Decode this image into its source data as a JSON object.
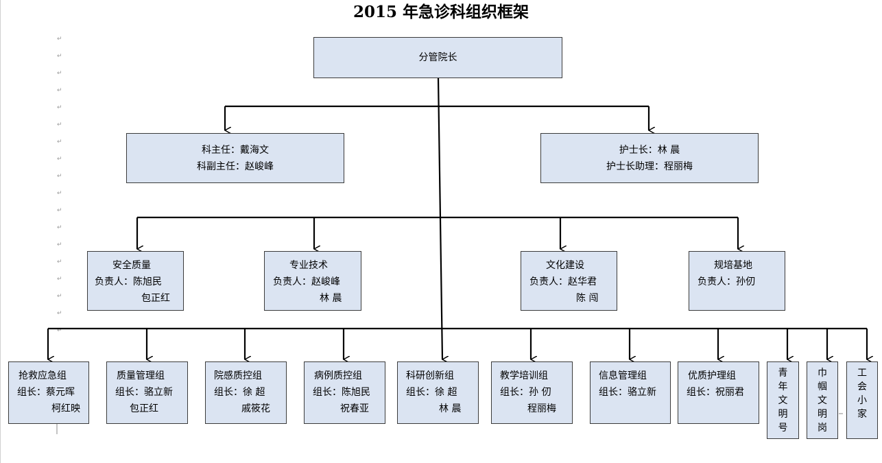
{
  "title": "2015 年急诊科组织框架",
  "top": {
    "label": "分管院长"
  },
  "level2": {
    "left": {
      "lines": [
        "科主任：戴海文",
        "科副主任：赵峻峰"
      ]
    },
    "right": {
      "lines": [
        "护士长：林 晨",
        "护士长助理：程丽梅"
      ]
    }
  },
  "level3": [
    {
      "title": "安全质量",
      "l1": "负责人：陈旭民",
      "l2": "包正红"
    },
    {
      "title": "专业技术",
      "l1": "负责人：赵峻峰",
      "l2": "林 晨"
    },
    {
      "title": "文化建设",
      "l1": "负责人：赵华君",
      "l2": "陈 闯"
    },
    {
      "title": "规培基地",
      "l1": "负责人：孙仞",
      "l2": ""
    }
  ],
  "level4": [
    {
      "title": "抢救应急组",
      "l1": "组长：蔡元晖",
      "l2": "柯红映"
    },
    {
      "title": "质量管理组",
      "l1": "组长：骆立新",
      "l2": "包正红"
    },
    {
      "title": "院感质控组",
      "l1": "组长：徐 超",
      "l2": "戚筱花"
    },
    {
      "title": "病例质控组",
      "l1": "组长：陈旭民",
      "l2": "祝春亚"
    },
    {
      "title": "科研创新组",
      "l1": "组长：徐 超",
      "l2": "林 晨"
    },
    {
      "title": "教学培训组",
      "l1": "组长：孙 仞",
      "l2": "程丽梅"
    },
    {
      "title": "信息管理组",
      "l1": "组长：骆立新",
      "l2": ""
    },
    {
      "title": "优质护理组",
      "l1": "组长：祝丽君",
      "l2": ""
    }
  ],
  "level4_vertical": [
    {
      "label": "青年文明号",
      "chars": [
        "青",
        "年",
        "文",
        "明",
        "号"
      ]
    },
    {
      "label": "巾帼文明岗",
      "chars": [
        "巾",
        "帼",
        "文",
        "明",
        "岗"
      ]
    },
    {
      "label": "工会小家",
      "chars": [
        "工",
        "会",
        "小",
        "家"
      ]
    }
  ],
  "paragraph_mark": "↵"
}
